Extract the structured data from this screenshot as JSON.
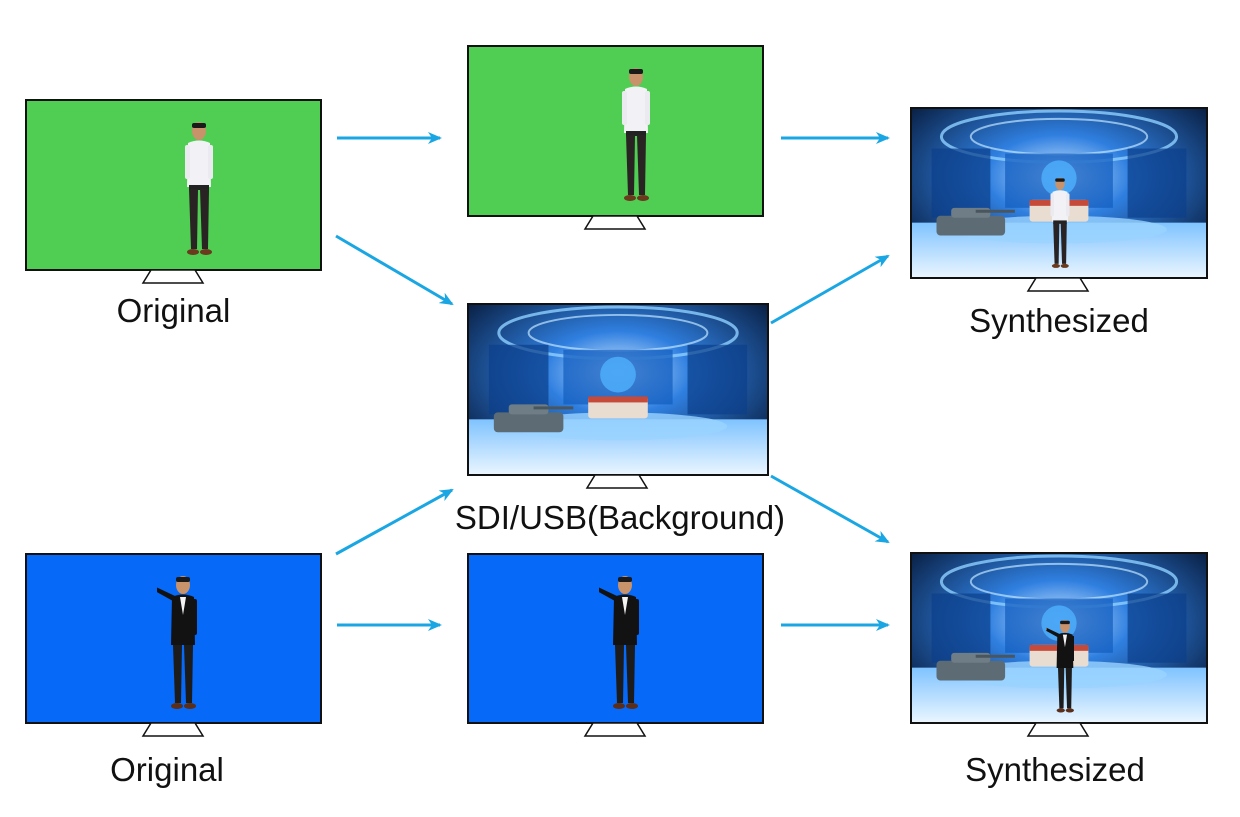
{
  "labels": {
    "original_top": "Original",
    "original_bottom": "Original",
    "background": "SDI/USB(Background)",
    "synthesized_top": "Synthesized",
    "synthesized_bottom": "Synthesized"
  },
  "colors": {
    "green_screen": "#4fce53",
    "blue_screen": "#0669f7",
    "arrow": "#1aa6e3",
    "frame": "#111111"
  },
  "icons": {
    "arrow": "arrow-right-icon",
    "monitor_stand": "monitor-stand-icon",
    "presenter": "presenter-figure-icon",
    "virtual_studio": "virtual-studio-background-icon"
  }
}
